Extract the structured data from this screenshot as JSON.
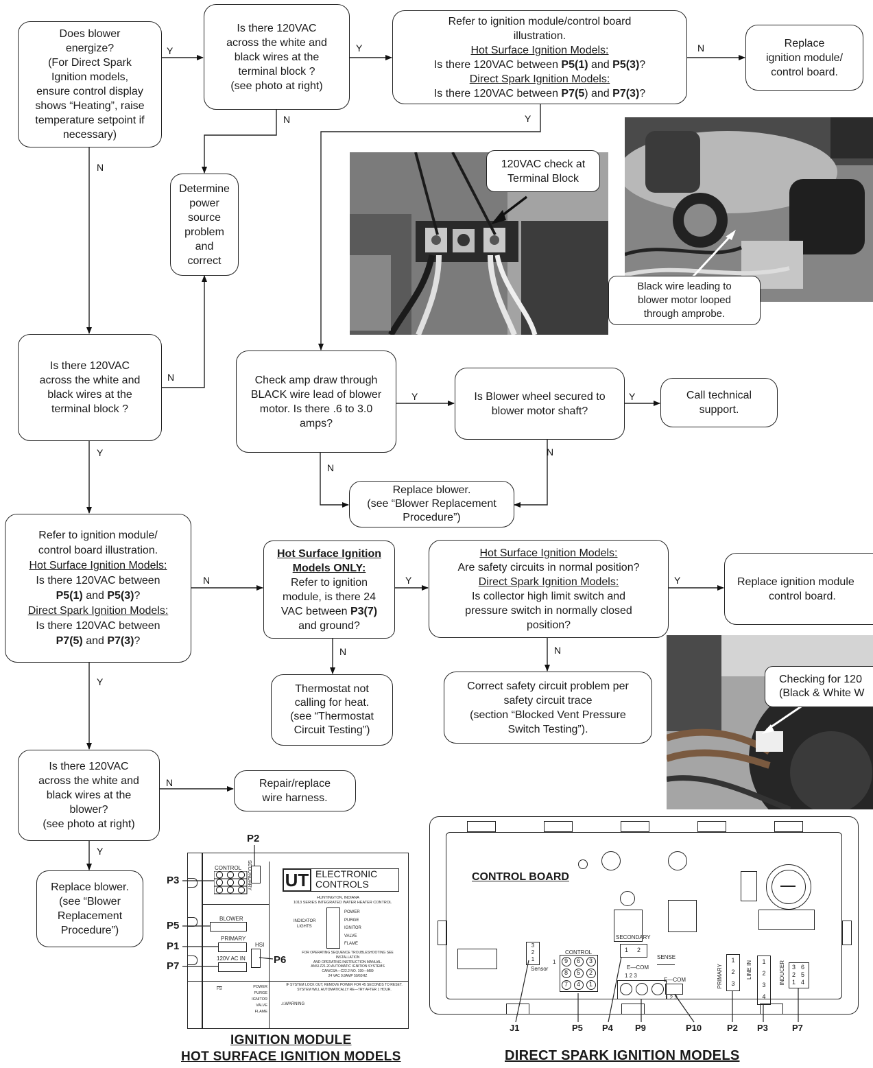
{
  "flow": {
    "q_blower_energize": [
      "Does blower",
      "energize?",
      "(For Direct Spark",
      "Ignition models,",
      "ensure control display",
      "shows “Heating”, raise",
      "temperature setpoint if",
      "necessary)"
    ],
    "q_120_terminal_top": [
      "Is there 120VAC",
      "across the white and",
      "black wires at the",
      "terminal block ?",
      "(see photo at right)"
    ],
    "q_refer_top": {
      "l1": "Refer to ignition module/control board",
      "l2": "illustration.",
      "hsi": "Hot Surface Ignition Models:",
      "hsi_q_pre": "Is there 120VAC between ",
      "hsi_p1": "P5(1)",
      "hsi_and": " and ",
      "hsi_p2": "P5(3)",
      "hsi_end": "?",
      "dsi": "Direct Spark Ignition Models:",
      "dsi_q_pre": "Is there 120VAC between ",
      "dsi_p1": "P7(5",
      "dsi_mid": ") and ",
      "dsi_p2": "P7(3)",
      "dsi_end": "?"
    },
    "a_replace_top": [
      "Replace",
      "ignition module/",
      "control board."
    ],
    "a_determine": [
      "Determine",
      "power",
      "source",
      "problem",
      "and",
      "correct"
    ],
    "q_120_terminal_mid": [
      "Is there 120VAC",
      "across the white and",
      "black wires at the",
      "terminal block ?"
    ],
    "q_amp": [
      "Check amp draw through",
      "BLACK wire lead of blower",
      "motor. Is there .6 to 3.0",
      "amps?"
    ],
    "q_wheel": [
      "Is Blower wheel secured to",
      "blower motor shaft?"
    ],
    "a_call": [
      "Call technical",
      "support."
    ],
    "a_replace_blower_mid": [
      "Replace blower.",
      "(see “Blower Replacement",
      "Procedure”)"
    ],
    "q_refer_left": {
      "l1": "Refer to ignition module/",
      "l2": "control board illustration.",
      "hsi": "Hot Surface Ignition Models:",
      "l4": "Is there 120VAC between",
      "p1": "P5(1)",
      "and1": " and ",
      "p2": "P5(3)",
      "q1": "?",
      "dsi": "Direct Spark Ignition Models:",
      "l7": "Is there 120VAC between",
      "p3": "P7(5)",
      "and2": " and ",
      "p4": "P7(3)",
      "q2": "?"
    },
    "q_hsi_only": {
      "h1": "Hot Surface Ignition",
      "h2": "Models ONLY:",
      "l1": "Refer to ignition",
      "l2": "module, is there 24",
      "l3": "VAC between ",
      "p": "P3(7)",
      "l4": "and ground?"
    },
    "q_safety": {
      "hsi": "Hot Surface Ignition Models:",
      "l1": "Are safety circuits in normal position?",
      "dsi": "Direct Spark Ignition Models:",
      "l2": "Is collector high limit switch and",
      "l3": "pressure switch in normally closed",
      "l4": "position?"
    },
    "a_replace_right": [
      "Replace ignition module",
      "control board."
    ],
    "a_thermostat": [
      "Thermostat not",
      "calling for heat.",
      "(see “Thermostat",
      "Circuit Testing”)"
    ],
    "a_correct_safety": [
      "Correct safety circuit problem per",
      "safety circuit trace",
      "(section “Blocked Vent Pressure",
      "Switch Testing”)."
    ],
    "q_120_blower": [
      "Is there 120VAC",
      "across the white and",
      "black wires at the",
      "blower?",
      "(see photo at right)"
    ],
    "a_repair_harness": [
      "Repair/replace",
      "wire harness."
    ],
    "a_replace_blower_bottom": [
      "Replace blower.",
      "(see “Blower",
      "Replacement",
      "Procedure”)"
    ]
  },
  "edge_labels": {
    "y": "Y",
    "n": "N"
  },
  "photos": {
    "terminal_callout": [
      "120VAC check at",
      "Terminal Block"
    ],
    "amprobe_callout": [
      "Black wire leading to",
      "blower motor looped",
      "through amprobe."
    ],
    "blower_callout": [
      "Checking for 120",
      "(Black & White W"
    ]
  },
  "ignition_module": {
    "tags": [
      "P2",
      "P3",
      "P5",
      "P1",
      "P7",
      "P6"
    ],
    "control": "CONTROL",
    "secondary": "SECONDARY",
    "blower": "BLOWER",
    "primary": "PRIMARY",
    "ac_in": "120V AC IN",
    "hsi": "HSI",
    "logo": "UT",
    "brand1": "ELECTRONIC",
    "brand2": "CONTROLS",
    "loc": "HUNTINGTON, INDIANA",
    "series": "1013 SERIES INTEGRATED WATER HEATER CONTROL",
    "indicator": "INDICATOR",
    "lights": "LIGHTS",
    "lights_list": [
      "POWER",
      "PURGE",
      "IGNITOR",
      "VALVE",
      "FLAME"
    ],
    "note1": "FOR OPERATING SEQUENCE TROUBLESHOOTING SEE INSTALLATION",
    "note2": "AND OPERATING INSTRUCTION MANUAL.",
    "ansi1": "ANSI Z21.20 AUTOMATIC IGNITION SYSTEMS",
    "ansi2": "CAN/CSA—C22.2 NO. 199—M89",
    "ansi3": "24 VAC 0.8AMP 50/60HZ",
    "lock1": "IF SYSTEM LOCK OUT, REMOVE POWER FOR 45 SECONDS TO RESET.",
    "lock2": "SYSTEM WILL AUTOMATICALLY RE—TRY AFTER 1 HOUR.",
    "warning": "WARNING",
    "fs": "FS",
    "bottom_lights": [
      "POWER",
      "PURGE",
      "IGNITOR",
      "VALVE",
      "FLAME"
    ],
    "caption1": "IGNITION MODULE",
    "caption2": "HOT SURFACE IGNITION MODELS"
  },
  "control_board": {
    "title": "CONTROL BOARD",
    "control": "CONTROL",
    "secondary": "SECONDARY",
    "sense": "SENSE",
    "ecom": "E—COM",
    "ecom2": "E—COM",
    "ecom_nums": "1   2   3",
    "ecom_pins": "1 2 3",
    "sensor": "Sensor",
    "sensor_num": "1",
    "primary": "PRIMARY",
    "line_in": "LINE IN",
    "inducer": "INDUCER",
    "control_pins": [
      "9",
      "6",
      "3",
      "8",
      "5",
      "2",
      "7",
      "4",
      "1"
    ],
    "secondary_pins": [
      "1",
      "2"
    ],
    "primary_pins": [
      "1",
      "2",
      "3"
    ],
    "line_pins": [
      "1",
      "2",
      "3",
      "4"
    ],
    "inducer_pins": [
      "3",
      "6",
      "2",
      "5",
      "1",
      "4"
    ],
    "sensor_pins": [
      "3",
      "2",
      "1"
    ],
    "tags": [
      "J1",
      "P5",
      "P4",
      "P9",
      "P10",
      "P2",
      "P3",
      "P7"
    ],
    "caption": "DIRECT SPARK IGNITION MODELS"
  }
}
